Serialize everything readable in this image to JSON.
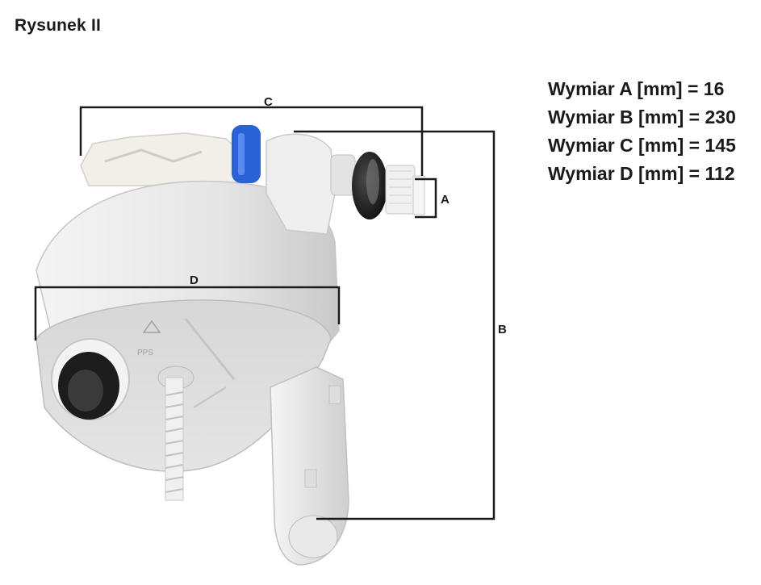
{
  "title": "Rysunek II",
  "dimensions": [
    {
      "label": "Wymiar A [mm] = 16"
    },
    {
      "label": "Wymiar B [mm] = 230"
    },
    {
      "label": "Wymiar C [mm] = 145"
    },
    {
      "label": "Wymiar D [mm] = 112"
    }
  ],
  "markers": {
    "a": "A",
    "b": "B",
    "c": "C",
    "d": "D"
  },
  "colors": {
    "line": "#1a1a1a",
    "body": "#e9e9e9",
    "valve": "#2a62d8",
    "cap": "#1c1c1c"
  }
}
